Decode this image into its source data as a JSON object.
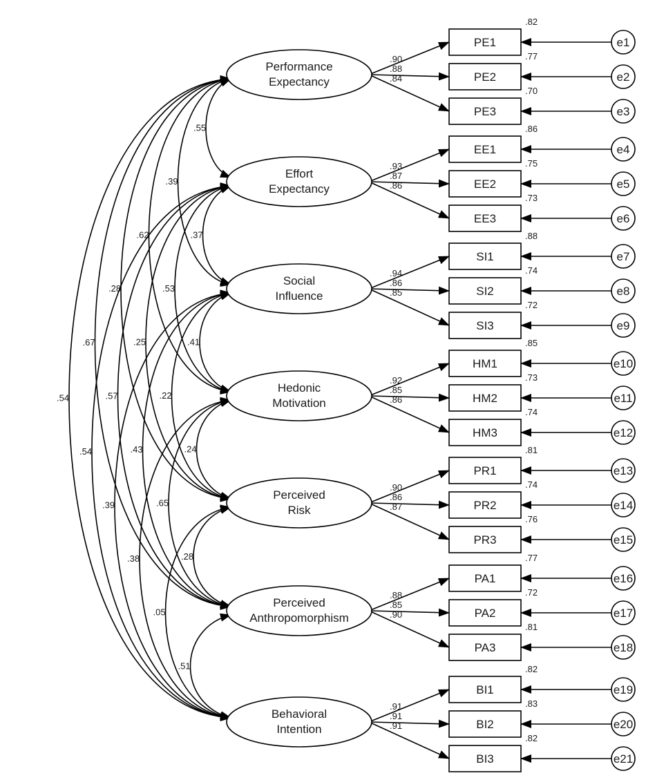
{
  "latents": [
    {
      "id": "PE",
      "lines": [
        "Performance",
        "Expectancy"
      ]
    },
    {
      "id": "EE",
      "lines": [
        "Effort",
        "Expectancy"
      ]
    },
    {
      "id": "SI",
      "lines": [
        "Social",
        "Influence"
      ]
    },
    {
      "id": "HM",
      "lines": [
        "Hedonic",
        "Motivation"
      ]
    },
    {
      "id": "PR",
      "lines": [
        "Perceived",
        "Risk"
      ]
    },
    {
      "id": "PA",
      "lines": [
        "Perceived",
        "Anthropomorphism"
      ]
    },
    {
      "id": "BI",
      "lines": [
        "Behavioral",
        "Intention"
      ]
    }
  ],
  "indicators": [
    {
      "label": "PE1",
      "latent": "PE",
      "loading": ".90",
      "error": "e1",
      "r2": ".82"
    },
    {
      "label": "PE2",
      "latent": "PE",
      "loading": ".88",
      "error": "e2",
      "r2": ".77"
    },
    {
      "label": "PE3",
      "latent": "PE",
      "loading": ".84",
      "error": "e3",
      "r2": ".70"
    },
    {
      "label": "EE1",
      "latent": "EE",
      "loading": ".93",
      "error": "e4",
      "r2": ".86"
    },
    {
      "label": "EE2",
      "latent": "EE",
      "loading": ".87",
      "error": "e5",
      "r2": ".75"
    },
    {
      "label": "EE3",
      "latent": "EE",
      "loading": ".86",
      "error": "e6",
      "r2": ".73"
    },
    {
      "label": "SI1",
      "latent": "SI",
      "loading": ".94",
      "error": "e7",
      "r2": ".88"
    },
    {
      "label": "SI2",
      "latent": "SI",
      "loading": ".86",
      "error": "e8",
      "r2": ".74"
    },
    {
      "label": "SI3",
      "latent": "SI",
      "loading": ".85",
      "error": "e9",
      "r2": ".72"
    },
    {
      "label": "HM1",
      "latent": "HM",
      "loading": ".92",
      "error": "e10",
      "r2": ".85"
    },
    {
      "label": "HM2",
      "latent": "HM",
      "loading": ".85",
      "error": "e11",
      "r2": ".73"
    },
    {
      "label": "HM3",
      "latent": "HM",
      "loading": ".86",
      "error": "e12",
      "r2": ".74"
    },
    {
      "label": "PR1",
      "latent": "PR",
      "loading": ".90",
      "error": "e13",
      "r2": ".81"
    },
    {
      "label": "PR2",
      "latent": "PR",
      "loading": ".86",
      "error": "e14",
      "r2": ".74"
    },
    {
      "label": "PR3",
      "latent": "PR",
      "loading": ".87",
      "error": "e15",
      "r2": ".76"
    },
    {
      "label": "PA1",
      "latent": "PA",
      "loading": ".88",
      "error": "e16",
      "r2": ".77"
    },
    {
      "label": "PA2",
      "latent": "PA",
      "loading": ".85",
      "error": "e17",
      "r2": ".72"
    },
    {
      "label": "PA3",
      "latent": "PA",
      "loading": ".90",
      "error": "e18",
      "r2": ".81"
    },
    {
      "label": "BI1",
      "latent": "BI",
      "loading": ".91",
      "error": "e19",
      "r2": ".82"
    },
    {
      "label": "BI2",
      "latent": "BI",
      "loading": ".91",
      "error": "e20",
      "r2": ".83"
    },
    {
      "label": "BI3",
      "latent": "BI",
      "loading": ".91",
      "error": "e21",
      "r2": ".82"
    }
  ],
  "correlations": [
    {
      "from": "PE",
      "to": "EE",
      "value": ".55"
    },
    {
      "from": "PE",
      "to": "SI",
      "value": ".39"
    },
    {
      "from": "PE",
      "to": "HM",
      "value": ".62"
    },
    {
      "from": "PE",
      "to": "PR",
      "value": ".28"
    },
    {
      "from": "PE",
      "to": "PA",
      "value": ".67"
    },
    {
      "from": "PE",
      "to": "BI",
      "value": ".54"
    },
    {
      "from": "EE",
      "to": "SI",
      "value": ".37"
    },
    {
      "from": "EE",
      "to": "HM",
      "value": ".53"
    },
    {
      "from": "EE",
      "to": "PR",
      "value": ".25"
    },
    {
      "from": "EE",
      "to": "PA",
      "value": ".57"
    },
    {
      "from": "EE",
      "to": "BI",
      "value": ".54"
    },
    {
      "from": "SI",
      "to": "HM",
      "value": ".41"
    },
    {
      "from": "SI",
      "to": "PR",
      "value": ".22"
    },
    {
      "from": "SI",
      "to": "PA",
      "value": ".43"
    },
    {
      "from": "SI",
      "to": "BI",
      "value": ".39"
    },
    {
      "from": "HM",
      "to": "PR",
      "value": ".24"
    },
    {
      "from": "HM",
      "to": "PA",
      "value": ".65"
    },
    {
      "from": "HM",
      "to": "BI",
      "value": ".38"
    },
    {
      "from": "PR",
      "to": "PA",
      "value": ".28"
    },
    {
      "from": "PR",
      "to": "BI",
      "value": ".05"
    },
    {
      "from": "PA",
      "to": "BI",
      "value": ".51"
    }
  ]
}
